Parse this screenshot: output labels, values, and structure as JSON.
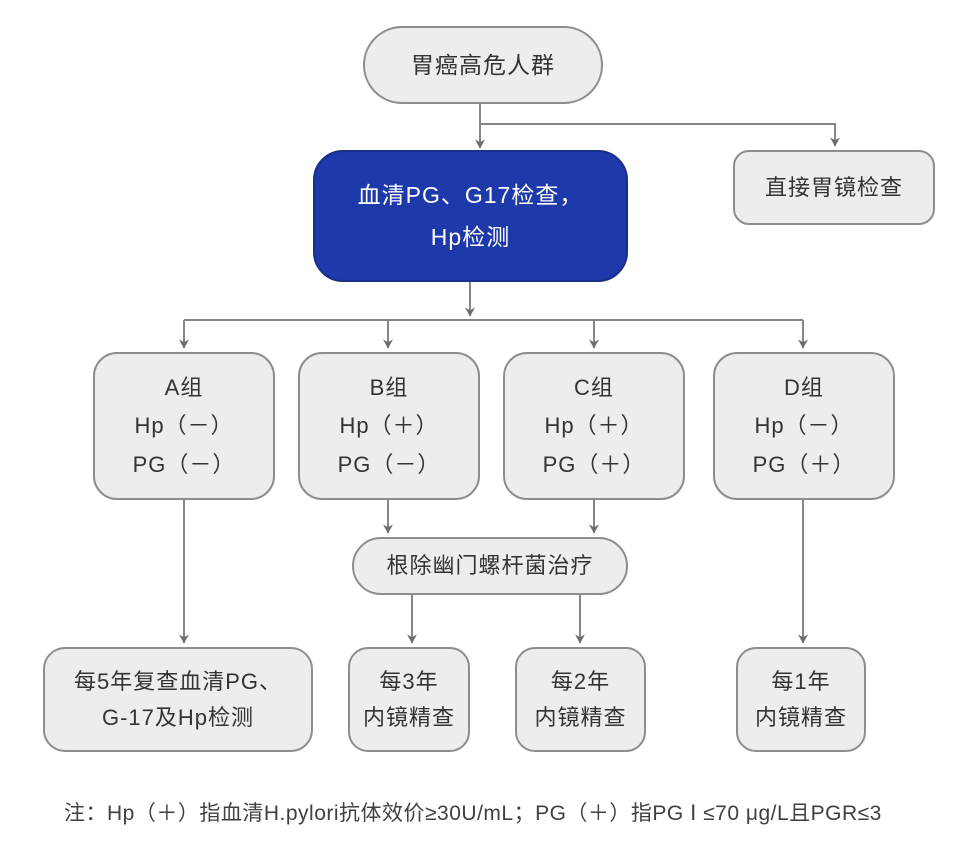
{
  "page": {
    "background": "#ffffff"
  },
  "colors": {
    "accent_blue": "#1E3AAA",
    "node_fill": "#EDEDED",
    "node_border": "#8D8D8D",
    "connector": "#868686",
    "text": "#333333",
    "serum_text": "#FFFFFF"
  },
  "nodes": {
    "start": {
      "label": "胃癌高危人群"
    },
    "serum_test": {
      "line1": "血清PG、G17检查，",
      "line2": "Hp检测"
    },
    "direct_gastroscopy": {
      "label": "直接胃镜检查"
    },
    "group_a": {
      "title": "A组",
      "hp": "Hp（－）",
      "pg": "PG（－）"
    },
    "group_b": {
      "title": "B组",
      "hp": "Hp（＋）",
      "pg": "PG（－）"
    },
    "group_c": {
      "title": "C组",
      "hp": "Hp（＋）",
      "pg": "PG（＋）"
    },
    "group_d": {
      "title": "D组",
      "hp": "Hp（－）",
      "pg": "PG（＋）"
    },
    "eradication": {
      "label": "根除幽门螺杆菌治疗"
    },
    "followup_a": {
      "line1": "每5年复查血清PG、",
      "line2": "G-17及Hp检测"
    },
    "followup_b": {
      "line1": "每3年",
      "line2": "内镜精查"
    },
    "followup_c": {
      "line1": "每2年",
      "line2": "内镜精查"
    },
    "followup_d": {
      "line1": "每1年",
      "line2": "内镜精查"
    }
  },
  "note": "注：Hp（＋）指血清H.pylori抗体效价≥30U/mL；PG（＋）指PG Ⅰ ≤70 μg/L且PGR≤3"
}
